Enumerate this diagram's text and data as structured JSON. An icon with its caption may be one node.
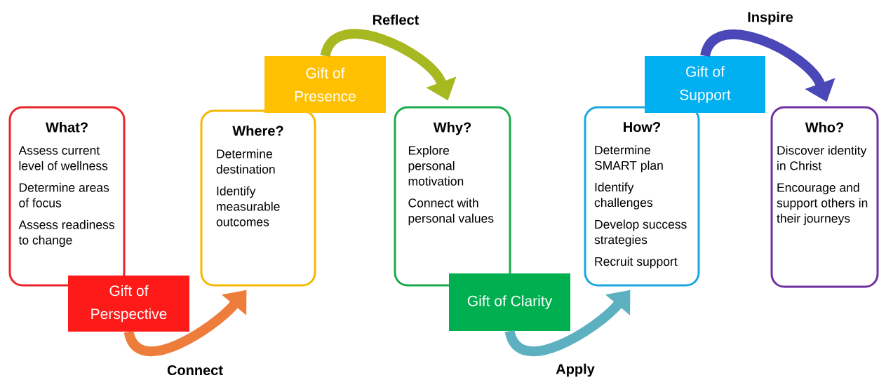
{
  "diagram": {
    "nodes": [
      {
        "text": [
          "What?",
          "Assess current level of wellness",
          "Determine areas of focus",
          "Assess readiness to change"
        ]
      },
      {
        "text": [
          "Gift of Perspective"
        ]
      },
      {
        "text": [
          "Where?",
          "Determine destination",
          "Identify measurable outcomes"
        ]
      },
      {
        "text": [
          "Gift of Presence"
        ]
      },
      {
        "text": [
          "Why?",
          "Explore personal motivation",
          "Connect with personal values"
        ]
      },
      {
        "text": [
          "Gift of Clarity"
        ]
      },
      {
        "text": [
          "How?",
          "Determine SMART plan",
          "Identify challenges",
          "Develop success strategies",
          "Recruit support"
        ]
      },
      {
        "text": [
          "Gift of Support"
        ]
      },
      {
        "text": [
          "Who?",
          "Discover identity in Christ",
          "Encourage and support others in their journeys"
        ]
      }
    ],
    "edges": [
      {
        "from": 1,
        "to": 2,
        "arrow": "to",
        "label": "Connect",
        "color": "#ee7d3b"
      },
      {
        "from": 3,
        "to": 4,
        "arrow": "to",
        "label": "Reflect",
        "color": "#a8b820"
      },
      {
        "from": 5,
        "to": 6,
        "arrow": "to",
        "label": "Apply",
        "color": "#5cb0c0"
      },
      {
        "from": 7,
        "to": 8,
        "arrow": "to",
        "label": "Inspire",
        "color": "#4a48b8"
      }
    ]
  }
}
